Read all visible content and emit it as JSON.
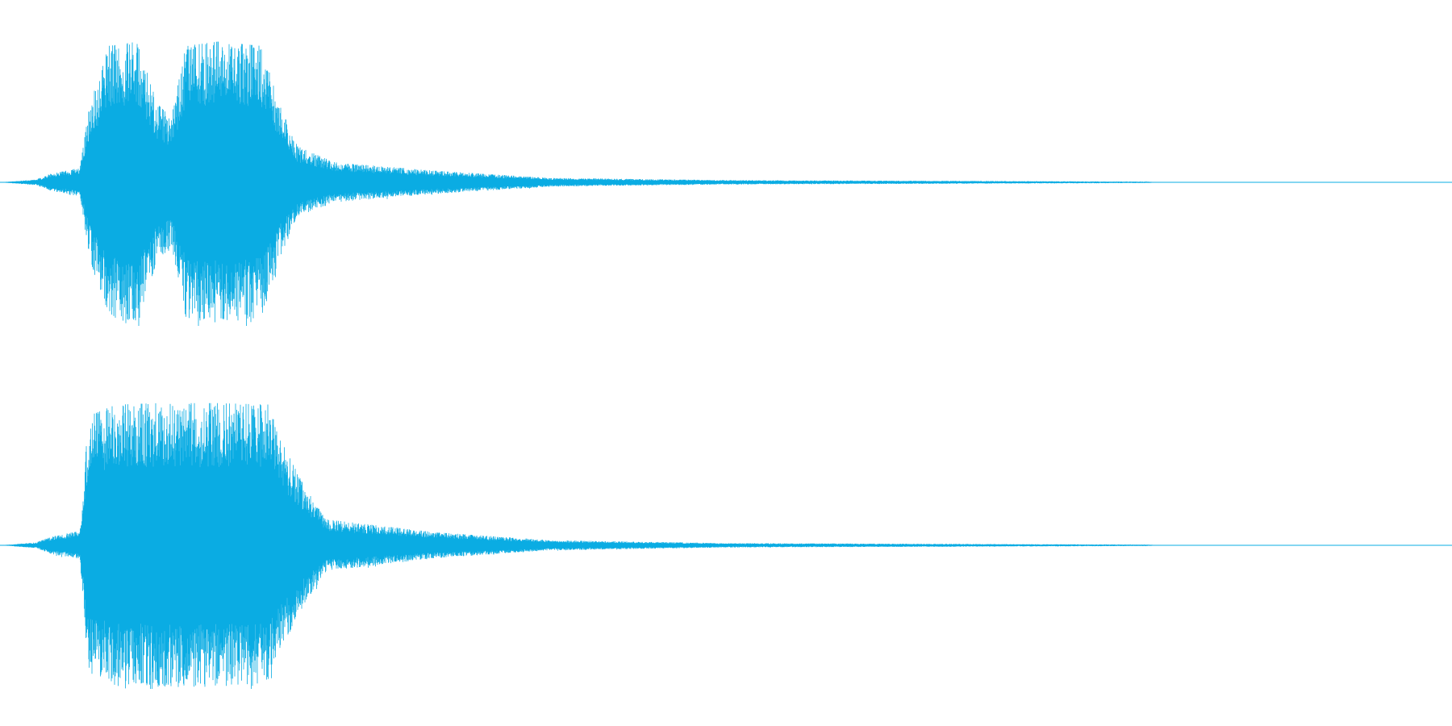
{
  "waveform": {
    "color": "#0aace3",
    "channels": [
      {
        "name": "",
        "envelope": [
          [
            0.0,
            0.0
          ],
          [
            0.025,
            0.02
          ],
          [
            0.035,
            0.06
          ],
          [
            0.055,
            0.1
          ],
          [
            0.062,
            0.55
          ],
          [
            0.075,
            0.95
          ],
          [
            0.095,
            0.98
          ],
          [
            0.108,
            0.55
          ],
          [
            0.118,
            0.45
          ],
          [
            0.128,
            0.95
          ],
          [
            0.15,
            0.98
          ],
          [
            0.18,
            0.95
          ],
          [
            0.192,
            0.55
          ],
          [
            0.205,
            0.25
          ],
          [
            0.23,
            0.14
          ],
          [
            0.3,
            0.08
          ],
          [
            0.38,
            0.03
          ],
          [
            0.5,
            0.015
          ],
          [
            0.65,
            0.01
          ],
          [
            0.79,
            0.005
          ],
          [
            0.8,
            0.0
          ],
          [
            1.0,
            0.0
          ]
        ]
      },
      {
        "name": "",
        "envelope": [
          [
            0.0,
            0.0
          ],
          [
            0.025,
            0.02
          ],
          [
            0.035,
            0.06
          ],
          [
            0.055,
            0.1
          ],
          [
            0.061,
            0.9
          ],
          [
            0.08,
            0.98
          ],
          [
            0.11,
            0.99
          ],
          [
            0.15,
            0.99
          ],
          [
            0.185,
            0.98
          ],
          [
            0.195,
            0.7
          ],
          [
            0.21,
            0.4
          ],
          [
            0.225,
            0.18
          ],
          [
            0.3,
            0.09
          ],
          [
            0.38,
            0.035
          ],
          [
            0.5,
            0.015
          ],
          [
            0.65,
            0.01
          ],
          [
            0.79,
            0.005
          ],
          [
            0.8,
            0.0
          ],
          [
            1.0,
            0.0
          ]
        ]
      }
    ]
  }
}
